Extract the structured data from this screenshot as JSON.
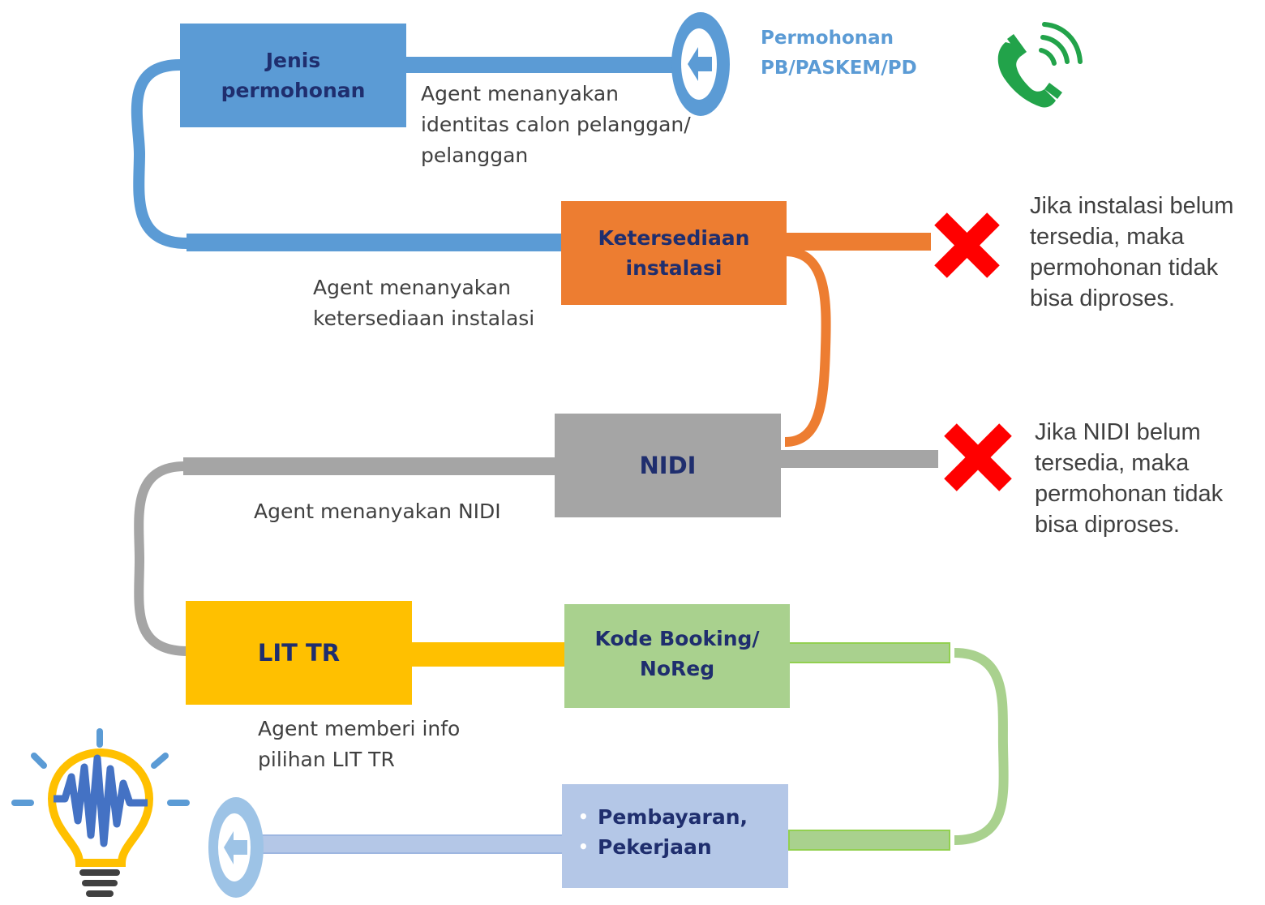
{
  "start": {
    "label_line1": "Permohonan",
    "label_line2": "PB/PASKEM/PD",
    "label_color": "#5b9bd5"
  },
  "steps": [
    {
      "box_line1": "Jenis",
      "box_line2": "permohonan",
      "color": "#5b9bd5",
      "desc_line1": "Agent menanyakan",
      "desc_line2": "identitas calon pelanggan/",
      "desc_line3": "pelanggan"
    },
    {
      "box_line1": "Ketersediaan",
      "box_line2": "instalasi",
      "color": "#ed7d31",
      "desc_line1": "Agent menanyakan",
      "desc_line2": "ketersediaan instalasi",
      "rejection_line1": "Jika instalasi belum",
      "rejection_line2": "tersedia, maka",
      "rejection_line3": "permohonan tidak",
      "rejection_line4": "bisa diproses."
    },
    {
      "box_label": "NIDI",
      "color": "#a5a5a5",
      "desc": "Agent menanyakan NIDI",
      "rejection_line1": "Jika NIDI belum",
      "rejection_line2": "tersedia, maka",
      "rejection_line3": "permohonan tidak",
      "rejection_line4": "bisa diproses."
    },
    {
      "box_label": "LIT TR",
      "color": "#ffc000",
      "desc_line1": "Agent memberi info",
      "desc_line2": "pilihan LIT TR"
    },
    {
      "box_line1": "Kode Booking/",
      "box_line2": "NoReg",
      "color": "#a9d18e"
    },
    {
      "bullet1": "Pembayaran,",
      "bullet2": "Pekerjaan",
      "color": "#b4c7e7"
    }
  ],
  "icons": {
    "phone": "phone-call-icon",
    "reject": "red-x-icon",
    "bulb": "lightbulb-icon",
    "endpoint": "left-arrow-circle-icon",
    "phone_color": "#22a34a",
    "reject_color": "#ff0000",
    "bulb_color": "#ffc000",
    "bulb_wave_color": "#4472c4"
  }
}
